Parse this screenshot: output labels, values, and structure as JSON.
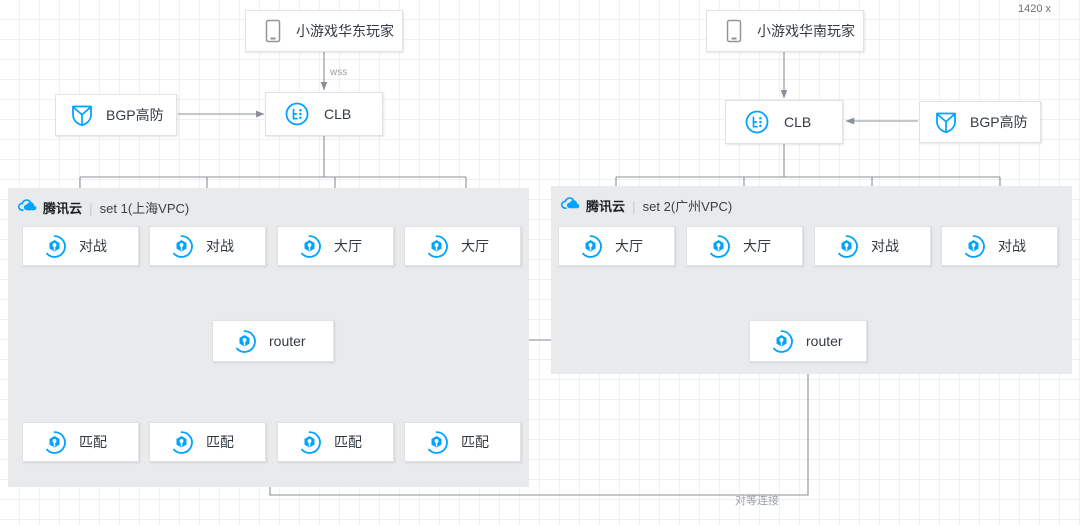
{
  "canvas": {
    "corner_dimension": "1420 x",
    "background_color": "#ffffff",
    "grid_color": "#f3eff0",
    "set_region_color": "#e8eaec",
    "accent_color": "#0099ff",
    "line_color": "#8a9096",
    "text_color": "#333a40"
  },
  "clients": [
    {
      "label": "小游戏华东玩家",
      "icon": "mobile-phone-icon"
    },
    {
      "label": "小游戏华南玩家",
      "icon": "mobile-phone-icon"
    }
  ],
  "clb": [
    {
      "label": "CLB",
      "icon": "clb-icon"
    },
    {
      "label": "CLB",
      "icon": "clb-icon"
    }
  ],
  "bgp": [
    {
      "label": "BGP高防",
      "icon": "shield-icon"
    },
    {
      "label": "BGP高防",
      "icon": "shield-icon"
    }
  ],
  "edge_labels": {
    "wss": "wss",
    "peering": "对等连接"
  },
  "sets": [
    {
      "brand": "腾讯云",
      "divider": "|",
      "name": "set 1(上海VPC)",
      "brand_icon": "tencent-cloud-icon",
      "row_top": [
        {
          "label": "对战",
          "icon": "cvm-icon"
        },
        {
          "label": "对战",
          "icon": "cvm-icon"
        },
        {
          "label": "大厅",
          "icon": "cvm-icon"
        },
        {
          "label": "大厅",
          "icon": "cvm-icon"
        }
      ],
      "router": {
        "label": "router",
        "icon": "cvm-icon"
      },
      "row_bottom": [
        {
          "label": "匹配",
          "icon": "cvm-icon"
        },
        {
          "label": "匹配",
          "icon": "cvm-icon"
        },
        {
          "label": "匹配",
          "icon": "cvm-icon"
        },
        {
          "label": "匹配",
          "icon": "cvm-icon"
        }
      ]
    },
    {
      "brand": "腾讯云",
      "divider": "|",
      "name": "set 2(广州VPC)",
      "brand_icon": "tencent-cloud-icon",
      "row_top": [
        {
          "label": "大厅",
          "icon": "cvm-icon"
        },
        {
          "label": "大厅",
          "icon": "cvm-icon"
        },
        {
          "label": "对战",
          "icon": "cvm-icon"
        },
        {
          "label": "对战",
          "icon": "cvm-icon"
        }
      ],
      "router": {
        "label": "router",
        "icon": "cvm-icon"
      },
      "row_bottom": []
    }
  ]
}
